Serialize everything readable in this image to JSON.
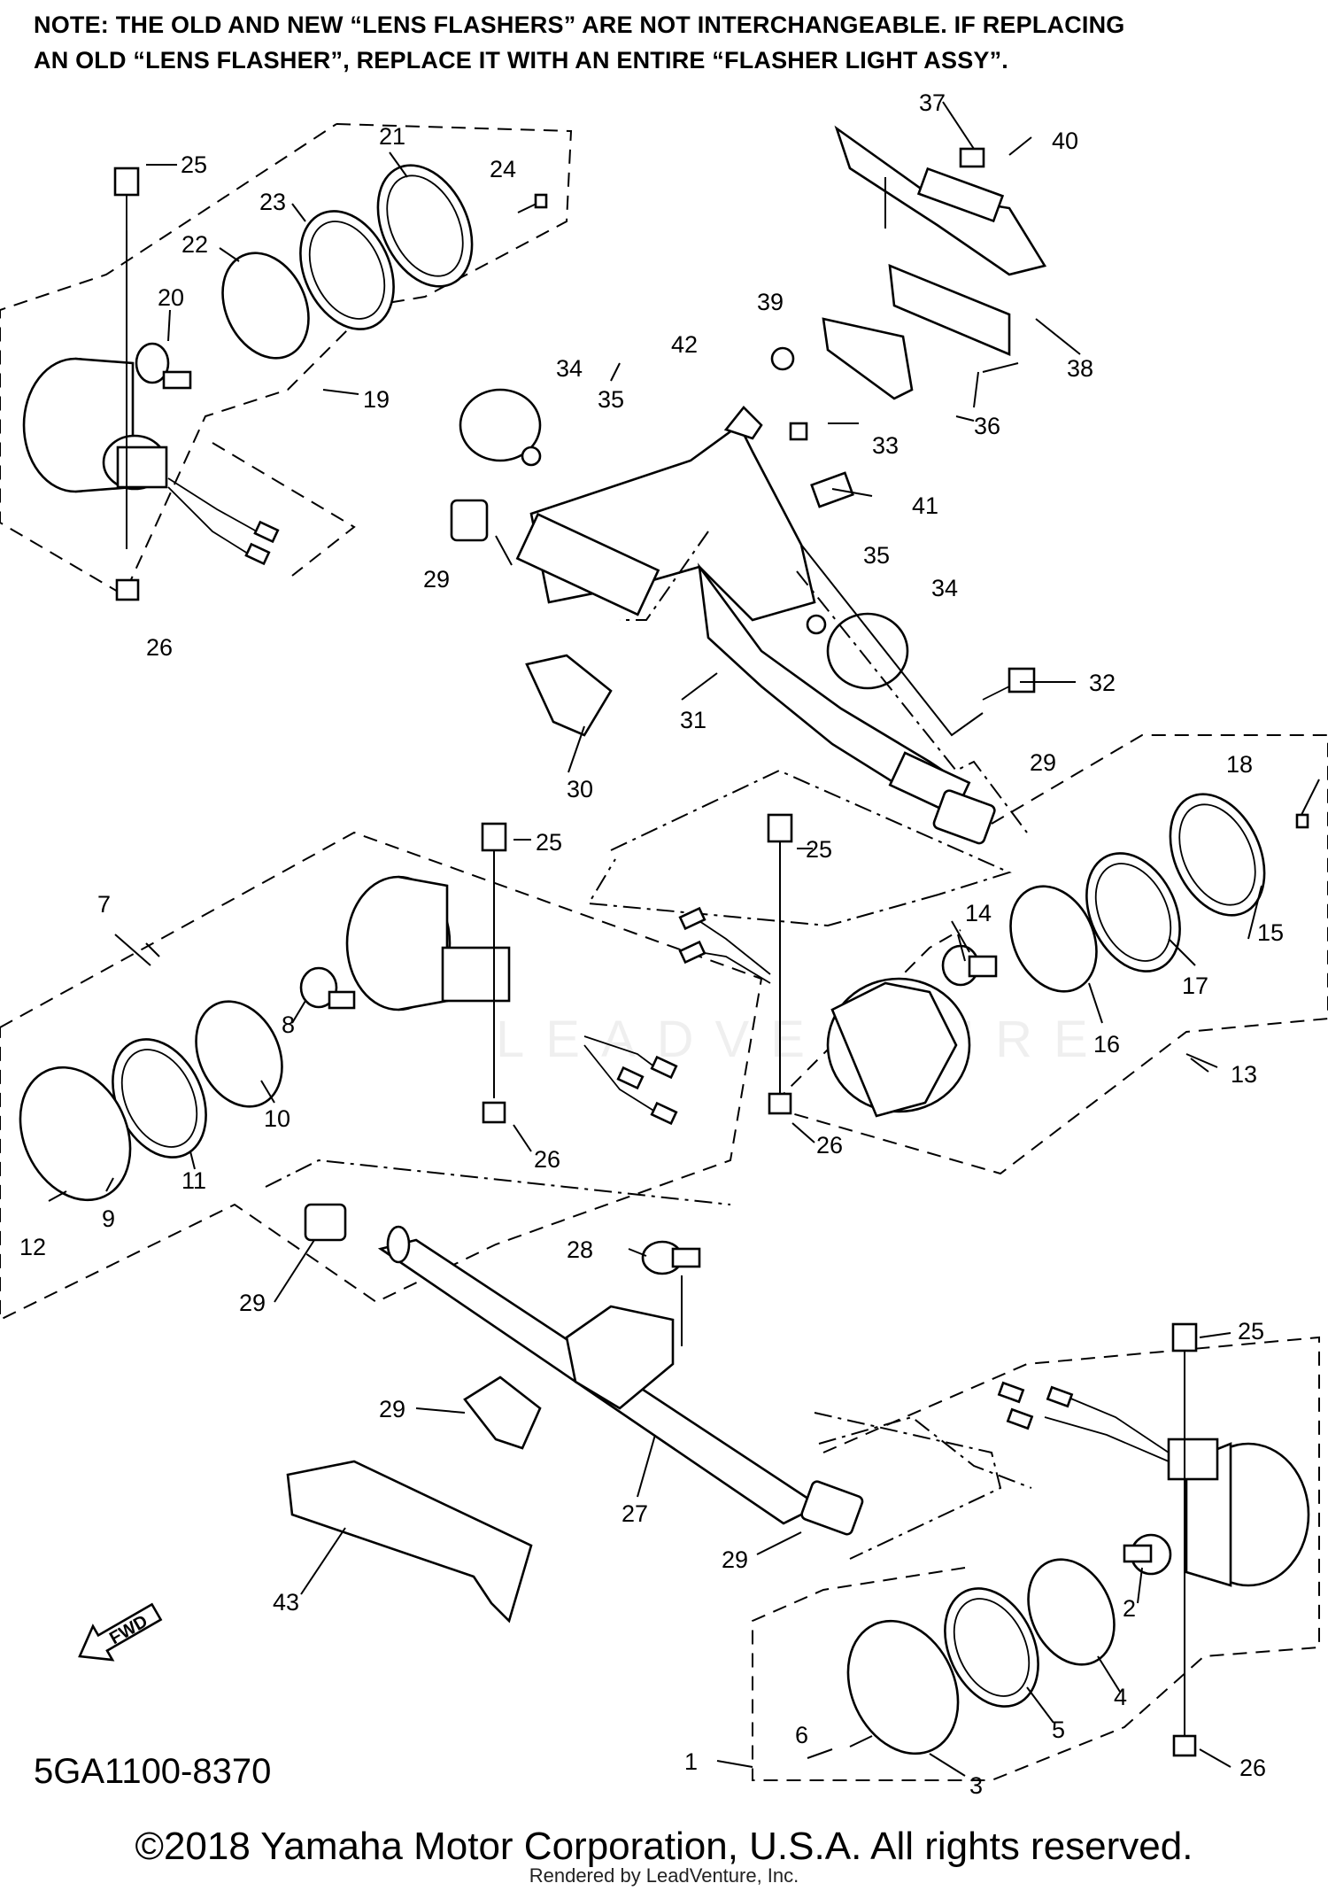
{
  "note": {
    "line1": "NOTE: THE OLD AND NEW “LENS FLASHERS” ARE NOT INTERCHANGEABLE. IF REPLACING",
    "line2": "AN OLD “LENS FLASHER”, REPLACE IT WITH AN ENTIRE “FLASHER LIGHT ASSY”."
  },
  "diagram_id": "5GA1100-8370",
  "fwd_label": "FWD",
  "watermark": "LEADVENTURE",
  "footer": {
    "copyright": "©2018 Yamaha Motor Corporation, U.S.A. All rights reserved.",
    "rendered_by": "Rendered by LeadVenture, Inc."
  },
  "callouts": [
    "1",
    "2",
    "3",
    "4",
    "5",
    "6",
    "7",
    "8",
    "9",
    "10",
    "11",
    "12",
    "13",
    "14",
    "15",
    "16",
    "17",
    "18",
    "19",
    "20",
    "21",
    "22",
    "23",
    "24",
    "25",
    "26",
    "27",
    "28",
    "29",
    "30",
    "31",
    "32",
    "33",
    "34",
    "35",
    "36",
    "37",
    "38",
    "39",
    "40",
    "41",
    "42",
    "43"
  ]
}
